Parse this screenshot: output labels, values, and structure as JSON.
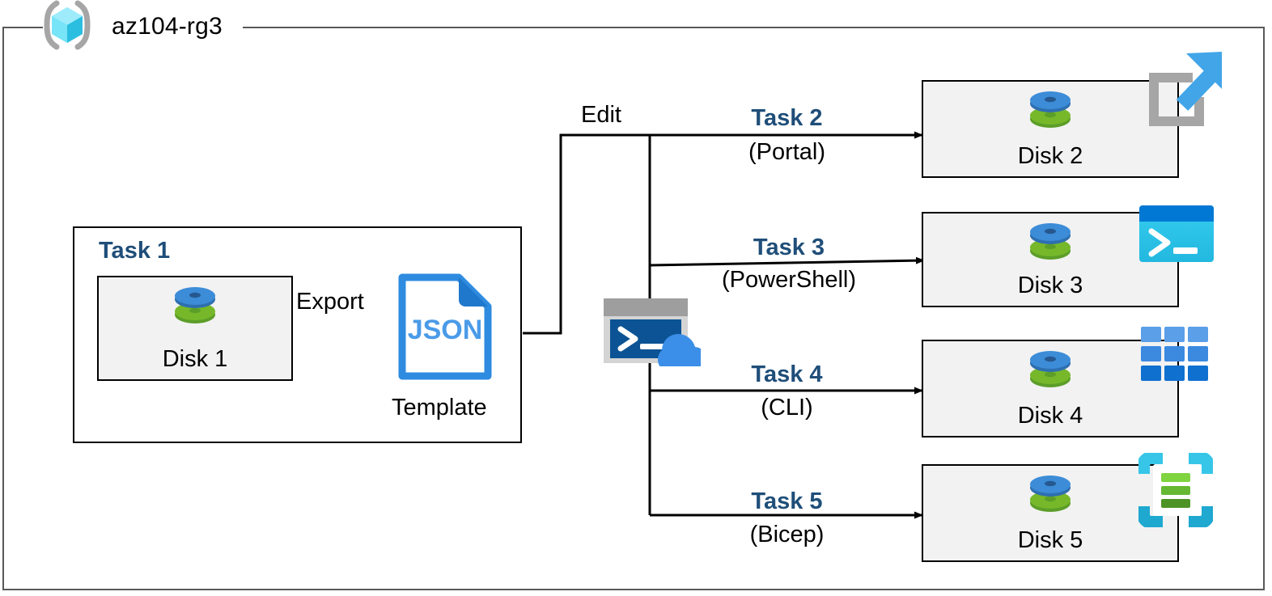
{
  "resource_group": {
    "name": "az104-rg3",
    "icon": "azure-resource-group-cube-icon"
  },
  "task1": {
    "title": "Task 1",
    "disk": {
      "label": "Disk 1",
      "icon": "managed-disk-icon"
    },
    "export_label": "Export",
    "template": {
      "file_text": "JSON",
      "label": "Template",
      "icon": "json-file-icon"
    }
  },
  "edit_label": "Edit",
  "cloud_shell": {
    "icon": "cloud-shell-icon",
    "prompt": ">_"
  },
  "branches": [
    {
      "task": "Task 2",
      "tool": "(Portal)",
      "disk_label": "Disk 2",
      "tool_icon": "azure-portal-icon",
      "disk_icon": "managed-disk-icon"
    },
    {
      "task": "Task 3",
      "tool": "(PowerShell)",
      "disk_label": "Disk 3",
      "tool_icon": "powershell-icon",
      "disk_icon": "managed-disk-icon"
    },
    {
      "task": "Task 4",
      "tool": "(CLI)",
      "disk_label": "Disk 4",
      "tool_icon": "azure-cli-icon",
      "disk_icon": "managed-disk-icon"
    },
    {
      "task": "Task 5",
      "tool": "(Bicep)",
      "disk_label": "Disk 5",
      "tool_icon": "bicep-icon",
      "disk_icon": "managed-disk-icon"
    }
  ],
  "colors": {
    "task_blue": "#1F4E79",
    "frame_gray": "#595959",
    "box_fill": "#F2F2F2",
    "disk_blue": "#3C8CD8",
    "disk_green": "#76B82A",
    "json_blue": "#2E8BE0",
    "portal_gray": "#A6A6A6",
    "portal_arrow": "#42A5E8",
    "powershell_cyan": "#32CCEE",
    "powershell_bar": "#0078D4",
    "cli_blue": "#1F7BD8",
    "bicep_cyan": "#37C6E8",
    "bicep_green": "#76C043",
    "shell_window_gray": "#9E9E9E",
    "shell_body": "#0B5394",
    "shell_cloud": "#3B8FE8"
  }
}
